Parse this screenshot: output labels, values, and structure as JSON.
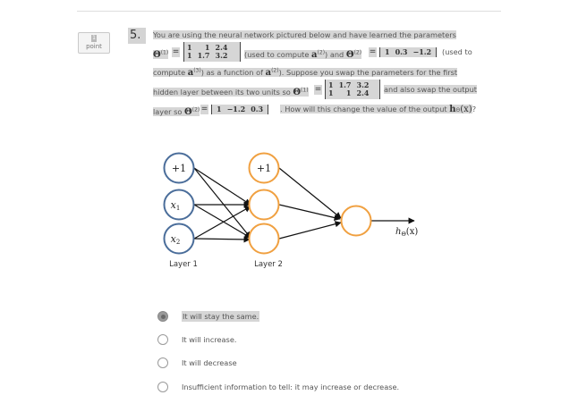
{
  "question": {
    "number": "5.",
    "points_value": "1",
    "points_label": "point",
    "line1": "You are using the neural network pictured below and have learned the parameters",
    "line2_a": "(used to compute",
    "line2_b": ") and",
    "line2_c": "(used to",
    "line3_a": "compute",
    "line3_b": ") as a function of",
    "line3_c": "). Suppose you swap the parameters for the first",
    "line4_a": "hidden layer between its two units so",
    "line4_b": "and also swap the output",
    "line5_a": "layer so",
    "line5_b": ". How will this change the value of the output",
    "line5_c": "?",
    "theta": "Θ",
    "a_symbol": "a",
    "sup1": "(1)",
    "sup2": "(2)",
    "sup3": "(3)",
    "equals": "=",
    "h_output": "h",
    "h_sub": "Θ",
    "h_arg": "(x)",
    "theta1_original": [
      [
        "1",
        "1",
        "2.4"
      ],
      [
        "1",
        "1.7",
        "3.2"
      ]
    ],
    "theta2_original": [
      "1",
      "0.3",
      "−1.2"
    ],
    "theta1_swapped": [
      [
        "1",
        "1.7",
        "3.2"
      ],
      [
        "1",
        "1",
        "2.4"
      ]
    ],
    "theta2_swapped": [
      "1",
      "−1.2",
      "0.3"
    ]
  },
  "network": {
    "input_bias": "+1",
    "input_x1": "x",
    "input_x1_sub": "1",
    "input_x2": "x",
    "input_x2_sub": "2",
    "hidden_bias": "+1",
    "layer1_label": "Layer 1",
    "layer2_label": "Layer 2",
    "output_label": "h",
    "output_sub": "Θ",
    "output_arg": "(x)",
    "input_color": "#4a6d9a",
    "hidden_color": "#f0a040"
  },
  "options": [
    {
      "label": "It will stay the same.",
      "selected": true
    },
    {
      "label": "It will increase.",
      "selected": false
    },
    {
      "label": "It will decrease",
      "selected": false
    },
    {
      "label": "Insufficient information to tell: it may increase or decrease.",
      "selected": false
    }
  ]
}
